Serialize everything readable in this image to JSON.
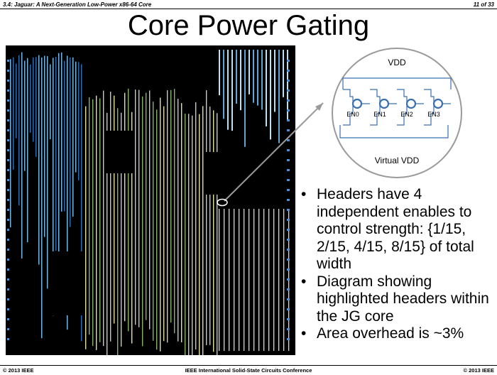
{
  "header": {
    "left": "3.4: Jaguar: A Next-Generation Low-Power x86-64 Core",
    "right": "11 of 33"
  },
  "title": "Core Power Gating",
  "diagram": {
    "top_label": "VDD",
    "bottom_label": "Virtual VDD",
    "enables": [
      "EN0",
      "EN1",
      "EN2",
      "EN3"
    ]
  },
  "bullets": [
    "Headers have 4 independent enables to control strength: {1/15, 2/15, 4/15, 8/15} of total width",
    "Diagram showing highlighted headers within the JG core",
    "Area overhead is ~3%"
  ],
  "footer": {
    "left": "© 2013 IEEE",
    "center": "IEEE International Solid-State Circuits Conference",
    "right": "© 2013 IEEE"
  }
}
